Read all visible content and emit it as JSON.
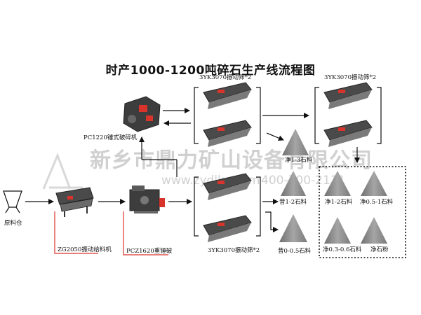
{
  "title": "时产1000-1200吨碎石生产线流程图",
  "watermark": {
    "company": "新乡市鼎力矿山设备有限公司",
    "site": "www.zydlks.com",
    "phone": "400-700-2111"
  },
  "labels": {
    "hopper": "原料仓",
    "feeder": "ZG2050振动给料机",
    "jaw_crusher": "PCZ1620重锤破",
    "hammer_crusher": "PC1220锤式破碎机",
    "screen_top_a": "3YK3070振动筛*2",
    "screen_top_b": "3YK3070振动筛*2",
    "screen_bottom": "3YK3070振动筛*2",
    "stone_1_3": "净1-3石料",
    "stone_1_2_a": "昔1-2石料",
    "stone_0_05": "昔0-0.5石料",
    "stone_1_2_b": "净1-2石料",
    "stone_05_1": "净0.5-1石料",
    "stone_03_06": "净0.3-0.6石料",
    "stone_powder": "净石粉"
  },
  "colors": {
    "line": "#111111",
    "accent": "#d9342b",
    "machine_dark": "#3d3d3d",
    "pile": "#8a8a8a",
    "watermark": "#d0d0d0"
  }
}
